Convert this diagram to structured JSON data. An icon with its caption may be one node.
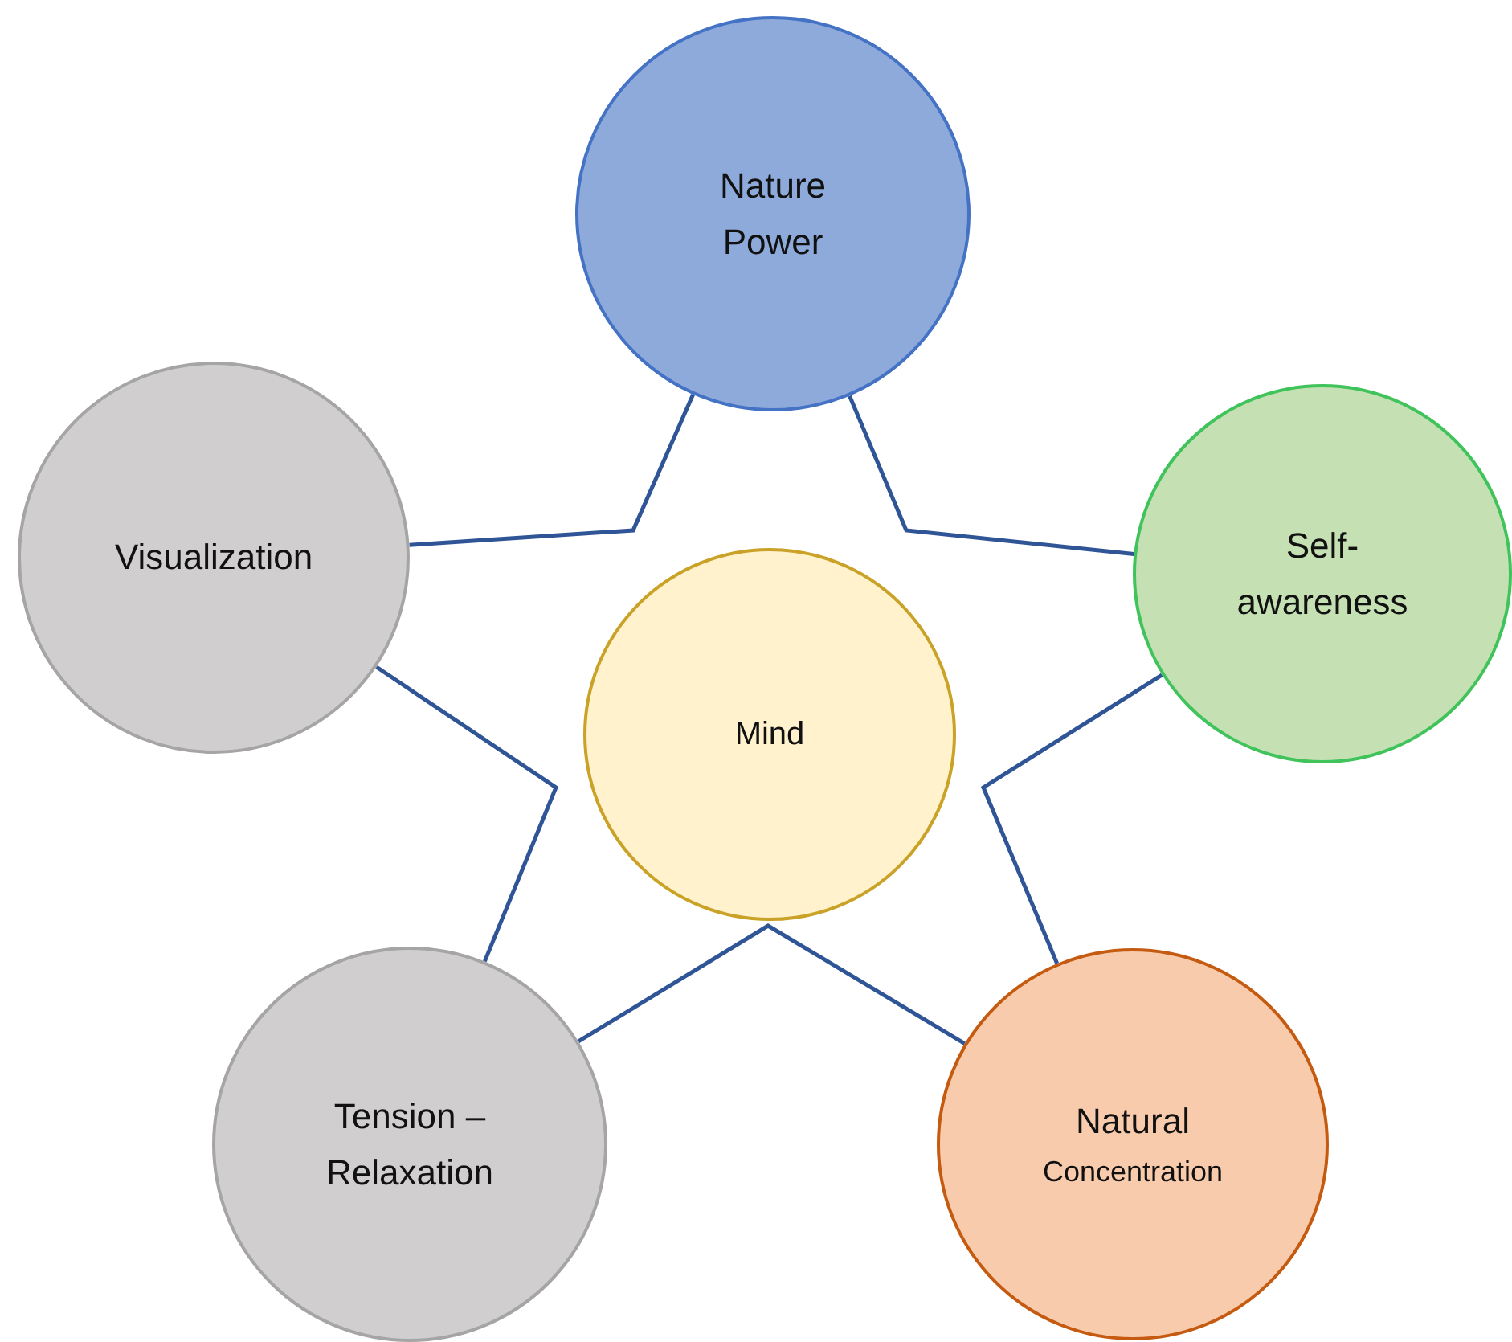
{
  "diagram": {
    "nodes": [
      {
        "text": [
          "Nature Power"
        ]
      },
      {
        "text": [
          "Visualization"
        ]
      },
      {
        "text": [
          "Self-awareness"
        ]
      },
      {
        "text": [
          "Mind"
        ]
      },
      {
        "text": [
          "Tension – Relaxation"
        ]
      },
      {
        "text": [
          "Natural",
          "Concentration"
        ]
      }
    ],
    "edges": [
      {
        "from": 0,
        "to": 1,
        "arrow": "none"
      },
      {
        "from": 0,
        "to": 2,
        "arrow": "none"
      },
      {
        "from": 2,
        "to": 5,
        "arrow": "none"
      },
      {
        "from": 5,
        "to": 4,
        "arrow": "none"
      },
      {
        "from": 4,
        "to": 1,
        "arrow": "none"
      }
    ]
  }
}
